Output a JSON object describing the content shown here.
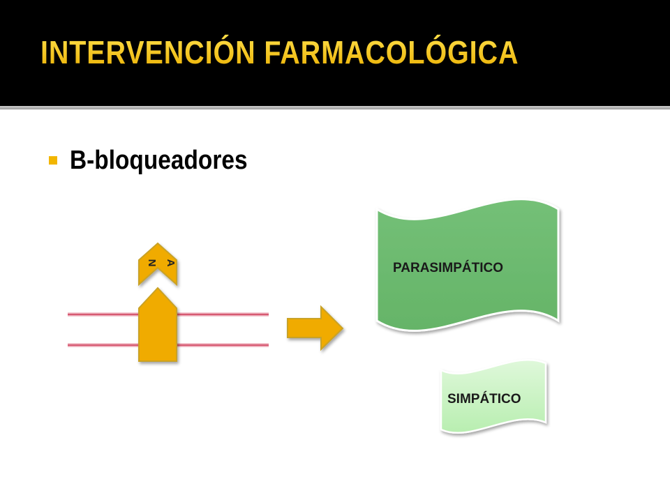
{
  "slide": {
    "title": "INTERVENCIÓN FARMACOLÓGICA",
    "bullet": "B-bloqueadores"
  },
  "diagram": {
    "na_label_1": "N",
    "na_label_2": "A",
    "parasympathetic_label": "PARASIMPÁTICO",
    "sympathetic_label": "SIMPÁTICO"
  },
  "colors": {
    "title_text": "#f5c70a",
    "bullet_marker": "#f2b600",
    "arrow_fill": "#f0ab00",
    "arrow_stroke": "#c9a227",
    "membrane_line": "#d75a72",
    "parasympathetic_fill": "#6cb96f",
    "sympathetic_fill": "#c8f2c2"
  }
}
